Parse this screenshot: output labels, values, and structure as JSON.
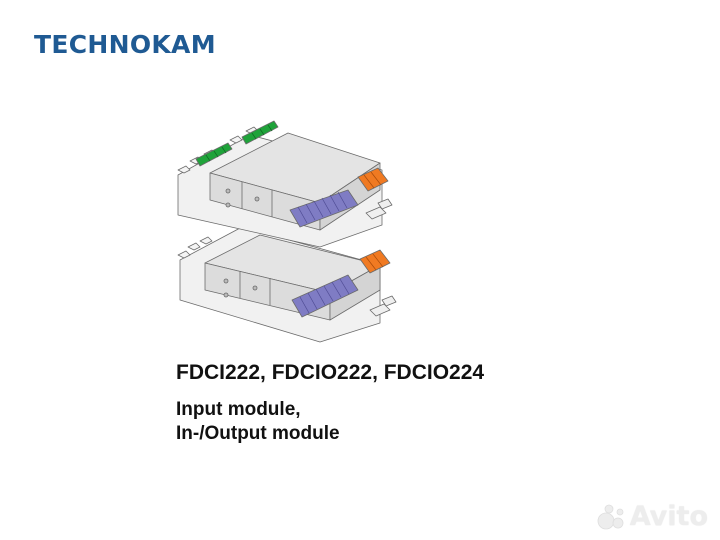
{
  "brand": {
    "name": "TECHNOKAM",
    "color": "#1f5a93"
  },
  "product": {
    "models": "FDCI222, FDCIO222, FDCIO224",
    "description": [
      "Input module,",
      "In-/Output module"
    ]
  },
  "illustration": {
    "label": "Two stacked DIN-rail I/O modules",
    "colors": {
      "housing": "#e6e6e6",
      "outline": "#6b6b6b",
      "green_terminals": "#1fa33a",
      "purple_terminals": "#7f7cc4",
      "orange_terminals": "#f07a22"
    }
  },
  "watermark": {
    "text": "Avito",
    "icon": "avito-dots-icon"
  }
}
